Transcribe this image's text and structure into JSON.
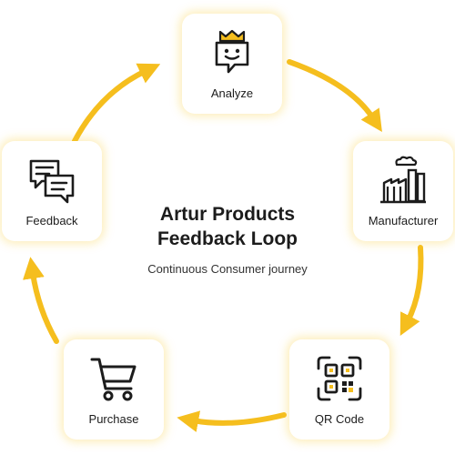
{
  "diagram": {
    "title_line1": "Artur Products",
    "title_line2": "Feedback Loop",
    "subtitle": "Continuous Consumer journey",
    "accent_color": "#F5BE1E",
    "steps": [
      {
        "label": "Analyze",
        "icon": "chat-crown-icon"
      },
      {
        "label": "Manufacturer",
        "icon": "factory-icon"
      },
      {
        "label": "QR Code",
        "icon": "qr-code-icon"
      },
      {
        "label": "Purchase",
        "icon": "shopping-cart-icon"
      },
      {
        "label": "Feedback",
        "icon": "chat-bubbles-icon"
      }
    ]
  }
}
